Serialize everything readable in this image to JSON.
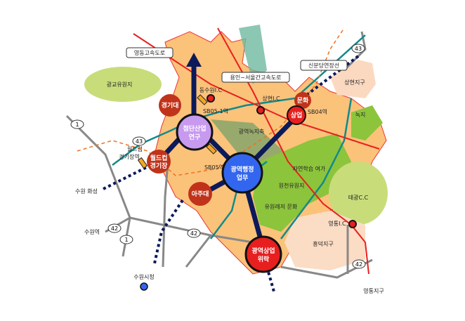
{
  "roads": {
    "yeongdong_expressway": "영동고속도로",
    "yongin_seoul_expressway": "용인~서울간고속도로",
    "sinbundang_extension": "신분당연장선"
  },
  "areas": {
    "gwanggyo_park": "광교유원지",
    "sanghyeon_district": "상현지구",
    "green": "녹지",
    "green_axis": "광역녹지축",
    "nature_leisure": "자연학습\n여가",
    "woncheon_park": "원천유원지",
    "resort_culture": "유원레저\n문화",
    "taegwang_cc": "태광C.C",
    "heungdeok_district": "흥덕지구",
    "yeongtong_district": "영통지구"
  },
  "nodes": {
    "kyonggi_univ": "경기대",
    "ajou_univ": "아주대",
    "culture": "문화",
    "commerce": "상업",
    "world_cup_stadium": [
      "월드컵",
      "경기장"
    ],
    "high_tech": [
      "첨단산업",
      "연구"
    ],
    "admin": [
      "광역행정",
      "업무"
    ],
    "commerce_leisure": [
      "광역상업",
      "위락"
    ]
  },
  "stations": {
    "sb05_1": "SB05-1역",
    "sb05": "SB05역",
    "sb04": "SB04역",
    "world_cup_station": [
      "월드컵",
      "경기장역"
    ],
    "suwon_city_hall": "수원시청"
  },
  "interchanges": {
    "dongsuwon": "동수원I.C",
    "sanghyeon": "상현I.C",
    "yeongtong": "영통I.C"
  },
  "destinations": {
    "suwon_hwaseong": "수원 화성",
    "suwon_station": "수원역"
  },
  "route_numbers": {
    "r1": "1",
    "r43": "43",
    "r42": "42"
  }
}
